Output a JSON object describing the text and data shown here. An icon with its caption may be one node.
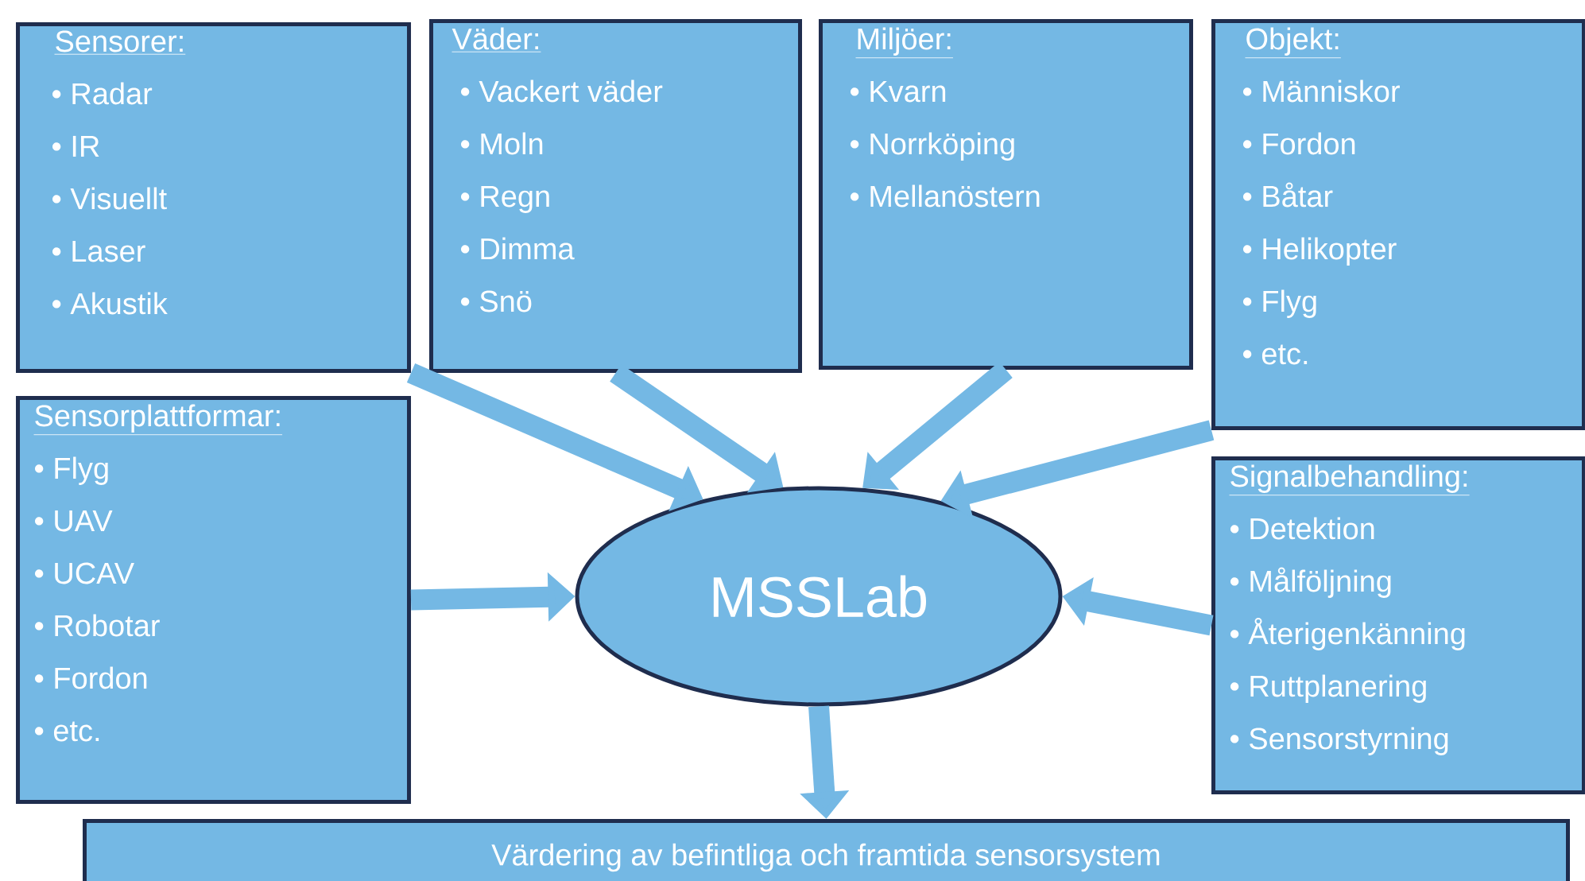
{
  "diagram": {
    "nodes": [
      {
        "text": [
          "Sensorer:",
          "• Radar",
          "• IR",
          "• Visuellt",
          "• Laser",
          "• Akustik"
        ]
      },
      {
        "text": [
          "Väder:",
          "• Vackert väder",
          "• Moln",
          "• Regn",
          "• Dimma",
          "• Snö"
        ]
      },
      {
        "text": [
          "Miljöer:",
          "• Kvarn",
          "• Norrköping",
          "• Mellanöstern"
        ]
      },
      {
        "text": [
          "Objekt:",
          "• Människor",
          "• Fordon",
          "• Båtar",
          "• Helikopter",
          "• Flyg",
          "• etc."
        ]
      },
      {
        "text": [
          "Sensorplattformar:",
          "• Flyg",
          "• UAV",
          "• UCAV",
          "• Robotar",
          "• Fordon",
          "• etc."
        ]
      },
      {
        "text": [
          "Signalbehandling:",
          "• Detektion",
          "• Målföljning",
          "• Återigenkänning",
          "• Ruttplanering",
          "• Sensorstyrning"
        ]
      },
      {
        "text": [
          "MSSLab"
        ]
      },
      {
        "text": [
          "Värdering av befintliga och framtida sensorsystem"
        ]
      }
    ],
    "edges": [
      {
        "from": 0,
        "to": 6,
        "arrow": "to"
      },
      {
        "from": 1,
        "to": 6,
        "arrow": "to"
      },
      {
        "from": 2,
        "to": 6,
        "arrow": "to"
      },
      {
        "from": 3,
        "to": 6,
        "arrow": "to"
      },
      {
        "from": 4,
        "to": 6,
        "arrow": "to"
      },
      {
        "from": 5,
        "to": 6,
        "arrow": "to"
      },
      {
        "from": 6,
        "to": 7,
        "arrow": "to"
      }
    ]
  }
}
